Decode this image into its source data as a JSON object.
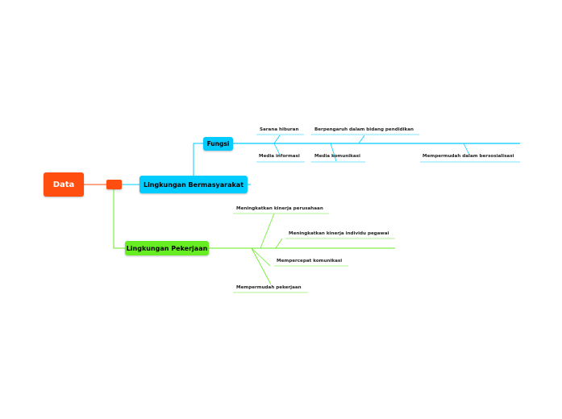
{
  "root": {
    "label": "Data"
  },
  "branches": {
    "masyarakat": {
      "label": "Lingkungan Bermasyarakat",
      "fungsi": {
        "label": "Fungsi",
        "items": [
          "Sarana hiburan",
          "Media informasi",
          "Berpengaruh dalam bidang pendidikan",
          "Media komunikasi",
          "Mempermudah dalam bersosialisasi"
        ]
      }
    },
    "pekerjaan": {
      "label": "Lingkungan Pekerjaan",
      "items": [
        "Meningkatkan kinerja perusahaan",
        "Meningkatkan kinerja individu pegawai",
        "Mempercepat komunikasi",
        "Mempermudah pekerjaan"
      ]
    }
  },
  "colors": {
    "root": "#ff4e0f",
    "blue": "#00ccff",
    "green": "#66ee22"
  }
}
